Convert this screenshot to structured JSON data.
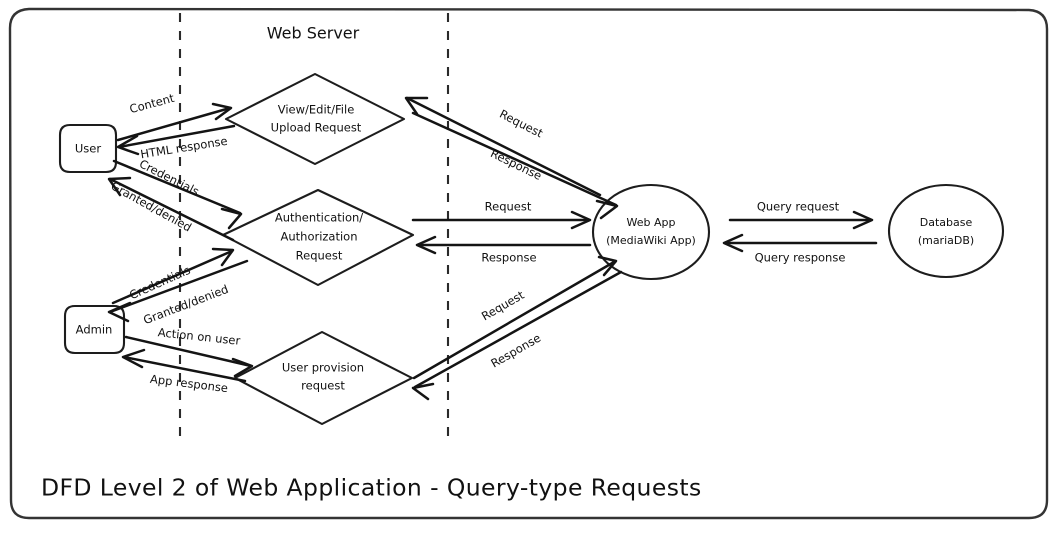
{
  "diagram": {
    "title": "DFD Level 2 of Web Application - Query-type Requests",
    "zone_label": "Web Server",
    "frame": {
      "border_color": "#343434",
      "background": "#ffffff"
    },
    "ink_color": "#141414"
  },
  "entities": {
    "user": {
      "label": "User",
      "shape": "rounded-rectangle"
    },
    "admin": {
      "label": "Admin",
      "shape": "rounded-rectangle"
    },
    "web_app": {
      "label_line1": "Web App",
      "label_line2": "(MediaWiki App)",
      "shape": "ellipse"
    },
    "database": {
      "label_line1": "Database",
      "label_line2": "(mariaDB)",
      "shape": "ellipse"
    }
  },
  "processes": {
    "view_edit_upload": {
      "line1": "View/Edit/File",
      "line2": "Upload Request",
      "shape": "diamond"
    },
    "auth": {
      "line1": "Authentication/",
      "line2": "Authorization",
      "line3": "Request",
      "shape": "diamond"
    },
    "user_provision": {
      "line1": "User provision",
      "line2": "request",
      "shape": "diamond"
    }
  },
  "flows": {
    "content": "Content",
    "html_response": "HTML response",
    "credentials_user": "Credentials",
    "granted_denied_user": "Granted/denied",
    "credentials_admin": "Credentials",
    "granted_denied_admin": "Granted/denied",
    "action_on_user": "Action on user",
    "app_response": "App response",
    "request_top": "Request",
    "response_top": "Response",
    "request_mid": "Request",
    "response_mid": "Response",
    "request_bottom": "Request",
    "response_bottom": "Response",
    "query_request": "Query request",
    "query_response": "Query response"
  }
}
